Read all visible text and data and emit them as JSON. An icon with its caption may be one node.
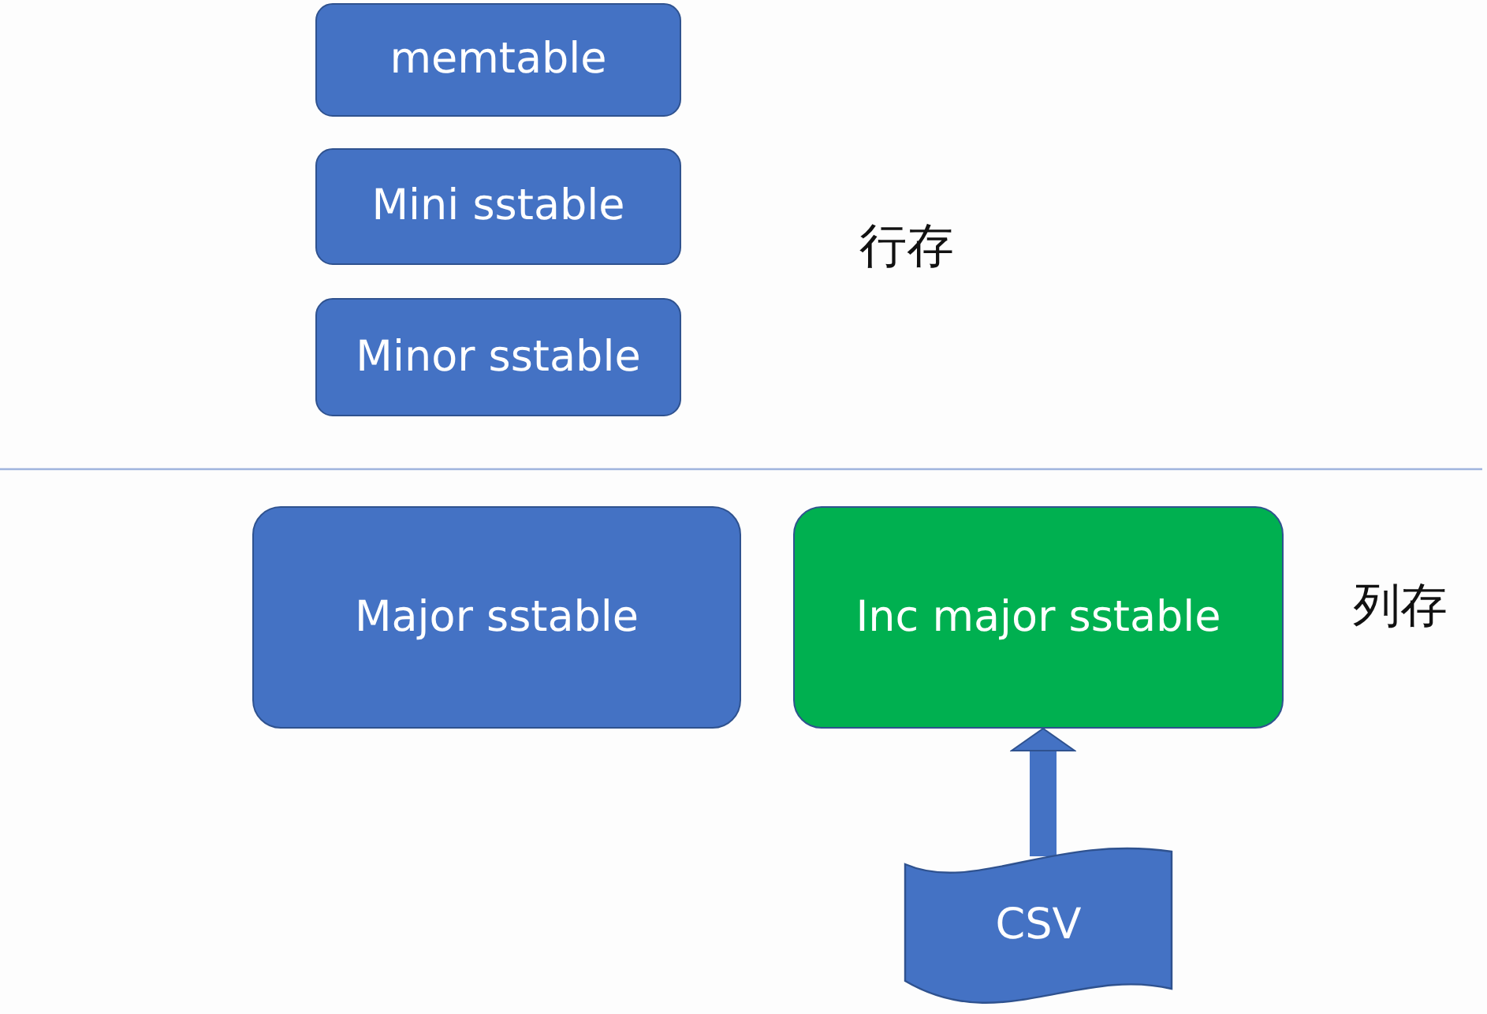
{
  "diagram": {
    "nodes": [
      {
        "text": [
          "memtable"
        ]
      },
      {
        "text": [
          "Mini sstable"
        ]
      },
      {
        "text": [
          "Minor sstable"
        ]
      },
      {
        "text": [
          "Major sstable"
        ]
      },
      {
        "text": [
          "Inc major sstable"
        ]
      },
      {
        "text": [
          "CSV"
        ]
      }
    ],
    "edges": [
      {
        "from": 5,
        "to": 4,
        "arrow": "to"
      }
    ],
    "labels": [
      "行存",
      "列存"
    ]
  }
}
